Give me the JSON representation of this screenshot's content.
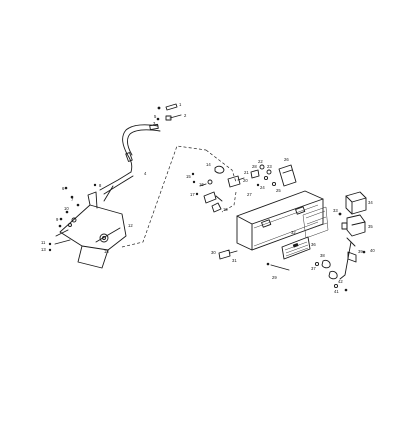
{
  "labels": [
    {
      "id": "p1",
      "text": "1"
    },
    {
      "id": "p2",
      "text": "2"
    },
    {
      "id": "p3",
      "text": "3"
    },
    {
      "id": "p4",
      "text": "4"
    },
    {
      "id": "p5",
      "text": "5"
    },
    {
      "id": "p6",
      "text": "6"
    },
    {
      "id": "p7",
      "text": "7"
    },
    {
      "id": "p8",
      "text": "8"
    },
    {
      "id": "p9",
      "text": "9"
    },
    {
      "id": "p10",
      "text": "10"
    },
    {
      "id": "p11",
      "text": "11"
    },
    {
      "id": "p12",
      "text": "12"
    },
    {
      "id": "p13",
      "text": "13"
    },
    {
      "id": "p14",
      "text": "14"
    },
    {
      "id": "p15",
      "text": "15"
    },
    {
      "id": "p16",
      "text": "16"
    },
    {
      "id": "p17",
      "text": "17"
    },
    {
      "id": "p18",
      "text": "18"
    },
    {
      "id": "p19",
      "text": "19"
    },
    {
      "id": "p20",
      "text": "20"
    },
    {
      "id": "p21",
      "text": "21"
    },
    {
      "id": "p22",
      "text": "22"
    },
    {
      "id": "p23",
      "text": "23"
    },
    {
      "id": "p24",
      "text": "24"
    },
    {
      "id": "p25",
      "text": "25"
    },
    {
      "id": "p26",
      "text": "26"
    },
    {
      "id": "p27",
      "text": "27"
    },
    {
      "id": "p28",
      "text": "28"
    },
    {
      "id": "p29",
      "text": "29"
    },
    {
      "id": "p30",
      "text": "30"
    },
    {
      "id": "p31",
      "text": "31"
    },
    {
      "id": "p32",
      "text": "32"
    },
    {
      "id": "p33",
      "text": "33"
    },
    {
      "id": "p34",
      "text": "34"
    },
    {
      "id": "p35",
      "text": "35"
    },
    {
      "id": "p36",
      "text": "36"
    },
    {
      "id": "p37",
      "text": "37"
    },
    {
      "id": "p38",
      "text": "38"
    },
    {
      "id": "p39",
      "text": "39"
    },
    {
      "id": "p40",
      "text": "40"
    },
    {
      "id": "p41",
      "text": "41"
    },
    {
      "id": "p42",
      "text": "42"
    }
  ]
}
